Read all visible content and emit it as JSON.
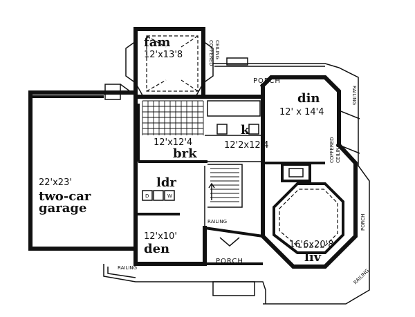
{
  "rooms": {
    "fam": {
      "name": "fam",
      "dim": "12'x13'8"
    },
    "din": {
      "name": "din",
      "dim": "12' x 14'4"
    },
    "k": {
      "name": "k",
      "dim": "12'2x12'4"
    },
    "brk": {
      "name": "brk",
      "dim": "12'x12'4"
    },
    "ldr": {
      "name": "ldr",
      "d": "D",
      "w": "W"
    },
    "garage": {
      "dim": "22'x23'",
      "name1": "two-car",
      "name2": "garage"
    },
    "den": {
      "dim": "12'x10'",
      "name": "den"
    },
    "liv": {
      "dim": "16'6x20'8",
      "name": "liv"
    }
  },
  "notes": {
    "coffered1a": "COFFERED",
    "coffered1b": "CEILING",
    "coffered2a": "COFFERED",
    "coffered2b": "CEILING",
    "porch_top": "PORCH",
    "porch_right": "PORCH",
    "porch_bottom": "PORCH",
    "railing_top_right": "RAILING",
    "railing_center": "RAILING",
    "railing_bottom_left": "RAILING",
    "railing_bottom_right": "RAILING"
  }
}
